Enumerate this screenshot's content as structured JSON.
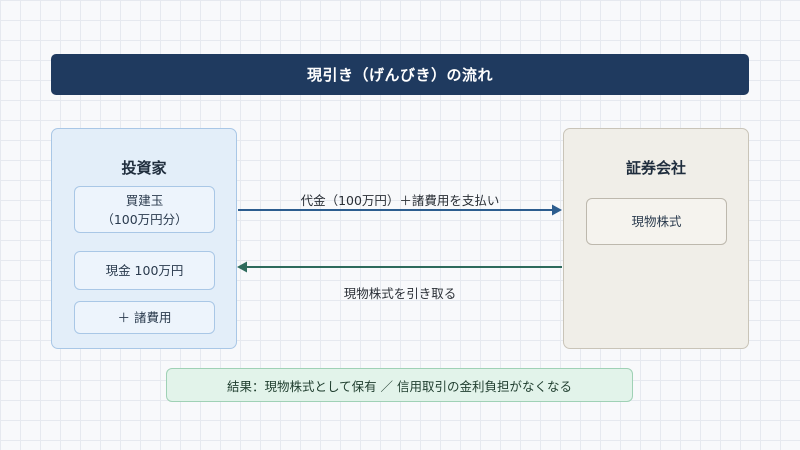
{
  "title": "現引き（げんびき）の流れ",
  "investor": {
    "title": "投資家",
    "items": [
      {
        "line1": "買建玉",
        "line2": "（100万円分）"
      },
      {
        "line1": "現金 100万円",
        "line2": ""
      },
      {
        "line1": "＋ 諸費用",
        "line2": ""
      }
    ]
  },
  "broker": {
    "title": "証券会社",
    "items": [
      {
        "line1": "現物株式"
      }
    ]
  },
  "arrows": {
    "payment": {
      "label": "代金（100万円）＋諸費用を支払い",
      "color": "#2c5d8f"
    },
    "receive": {
      "label": "現物株式を引き取る",
      "color": "#2e6b5c"
    }
  },
  "result": "結果：現物株式として保有 ／ 信用取引の金利負担がなくなる"
}
